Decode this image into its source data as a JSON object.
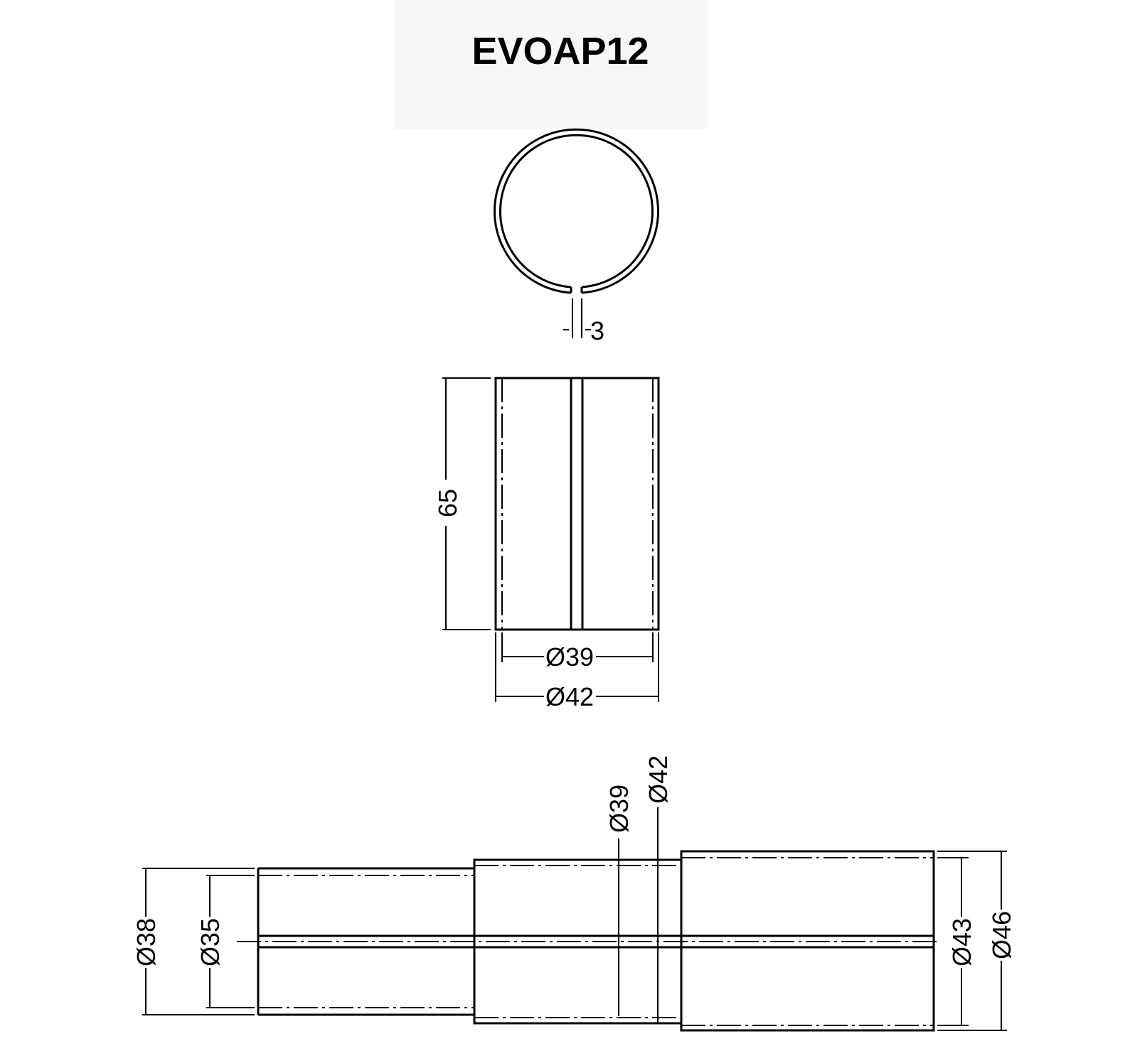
{
  "title": "EVOAP12",
  "top_view": {
    "gap_label": "3"
  },
  "front_view": {
    "height_label": "65",
    "inner_dia_label": "Ø39",
    "outer_dia_label": "Ø42"
  },
  "side_view": {
    "left_outer_label": "Ø38",
    "left_inner_label": "Ø35",
    "mid_inner_label": "Ø39",
    "mid_outer_label": "Ø42",
    "right_inner_label": "Ø43",
    "right_outer_label": "Ø46"
  }
}
